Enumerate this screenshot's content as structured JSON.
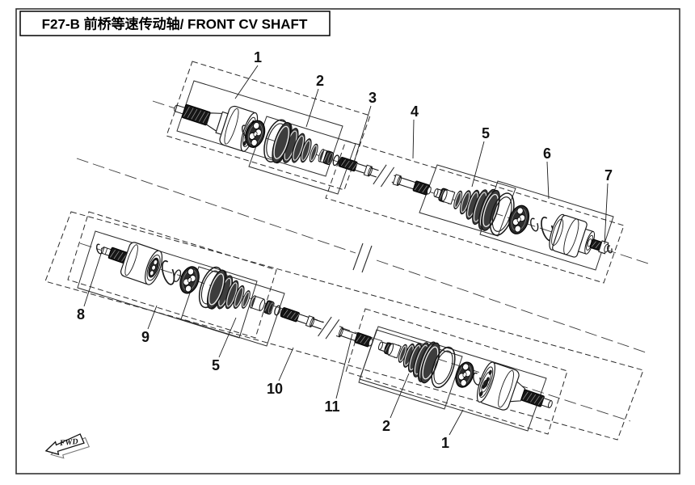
{
  "title_block": {
    "text": "F27-B 前桥等速传动轴/ FRONT CV SHAFT"
  },
  "fwd_marker": {
    "label": "FWD"
  },
  "callouts": [
    {
      "label": "1"
    },
    {
      "label": "2"
    },
    {
      "label": "3"
    },
    {
      "label": "4"
    },
    {
      "label": "5"
    },
    {
      "label": "6"
    },
    {
      "label": "7"
    },
    {
      "label": "8"
    },
    {
      "label": "9"
    },
    {
      "label": "5"
    },
    {
      "label": "10"
    },
    {
      "label": "11"
    },
    {
      "label": "2"
    },
    {
      "label": "1"
    }
  ],
  "colors": {
    "ink": "#1a1a1a",
    "boot_fill": "#3d3d3d",
    "spline_fill": "#161616",
    "paper": "#ffffff",
    "border": "#333333"
  }
}
